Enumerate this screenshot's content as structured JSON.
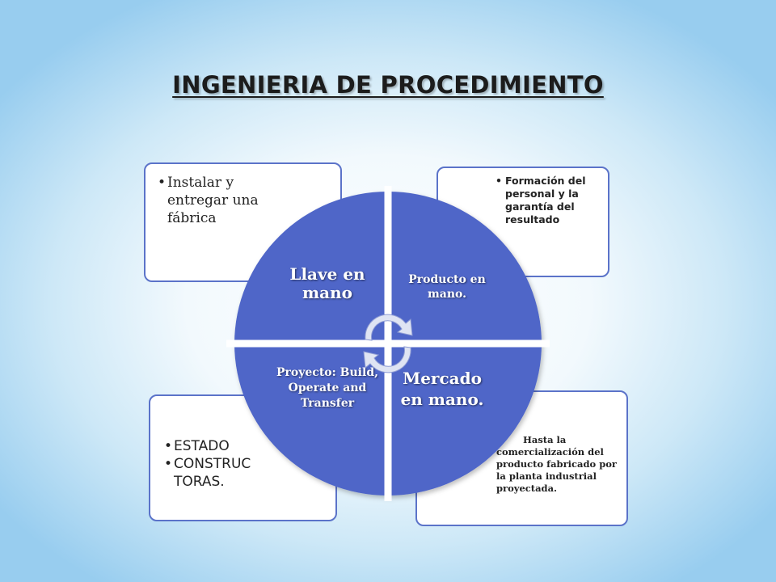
{
  "title": "INGENIERIA DE PROCEDIMIENTO",
  "colors": {
    "quadrant_fill": "#4f66c8",
    "quadrant_gap": "#ffffff",
    "box_border": "#5b73c9",
    "background_edge": "#98cdef",
    "arrow_fill": "#dfe4f3"
  },
  "boxes": {
    "top_left": {
      "items": [
        "Instalar y entregar una fábrica"
      ]
    },
    "top_right": {
      "items": [
        "Formación del personal y la garantía del resultado"
      ]
    },
    "bottom_left": {
      "items": [
        "ESTADO",
        "CONSTRUC TORAS."
      ]
    },
    "bottom_right": {
      "text": "Hasta la comercialización del producto fabricado por la planta industrial proyectada."
    }
  },
  "quadrants": {
    "top_left": "Llave en mano",
    "top_right": "Producto en mano.",
    "bottom_left": "Proyecto: Build, Operate and Transfer",
    "bottom_right": "Mercado en mano."
  },
  "center_icon": "cycle-arrows-icon"
}
